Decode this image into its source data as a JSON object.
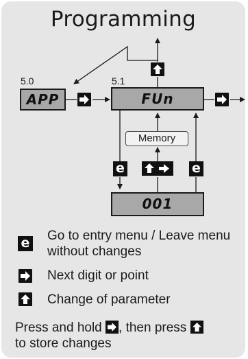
{
  "diagram": {
    "title": "Programming",
    "steps": [
      {
        "number": "5.0",
        "display": "APP"
      },
      {
        "number": "5.1",
        "display": "FUn"
      }
    ],
    "memory_label": "Memory",
    "value_display": "001"
  },
  "legend": {
    "items": [
      {
        "icon": "enter-e-key-icon",
        "text": "Go to entry menu / Leave menu without changes"
      },
      {
        "icon": "right-arrow-key-icon",
        "text": "Next digit or point"
      },
      {
        "icon": "up-arrow-key-icon",
        "text": "Change of parameter"
      }
    ],
    "footer_text_1": "Press and hold",
    "footer_text_2": ", then press",
    "footer_text_3": "to store changes"
  },
  "colors": {
    "panel": "#e6e6e6",
    "display": "#a8a8a8",
    "key": "#111111",
    "ink": "#1a1a1a"
  }
}
